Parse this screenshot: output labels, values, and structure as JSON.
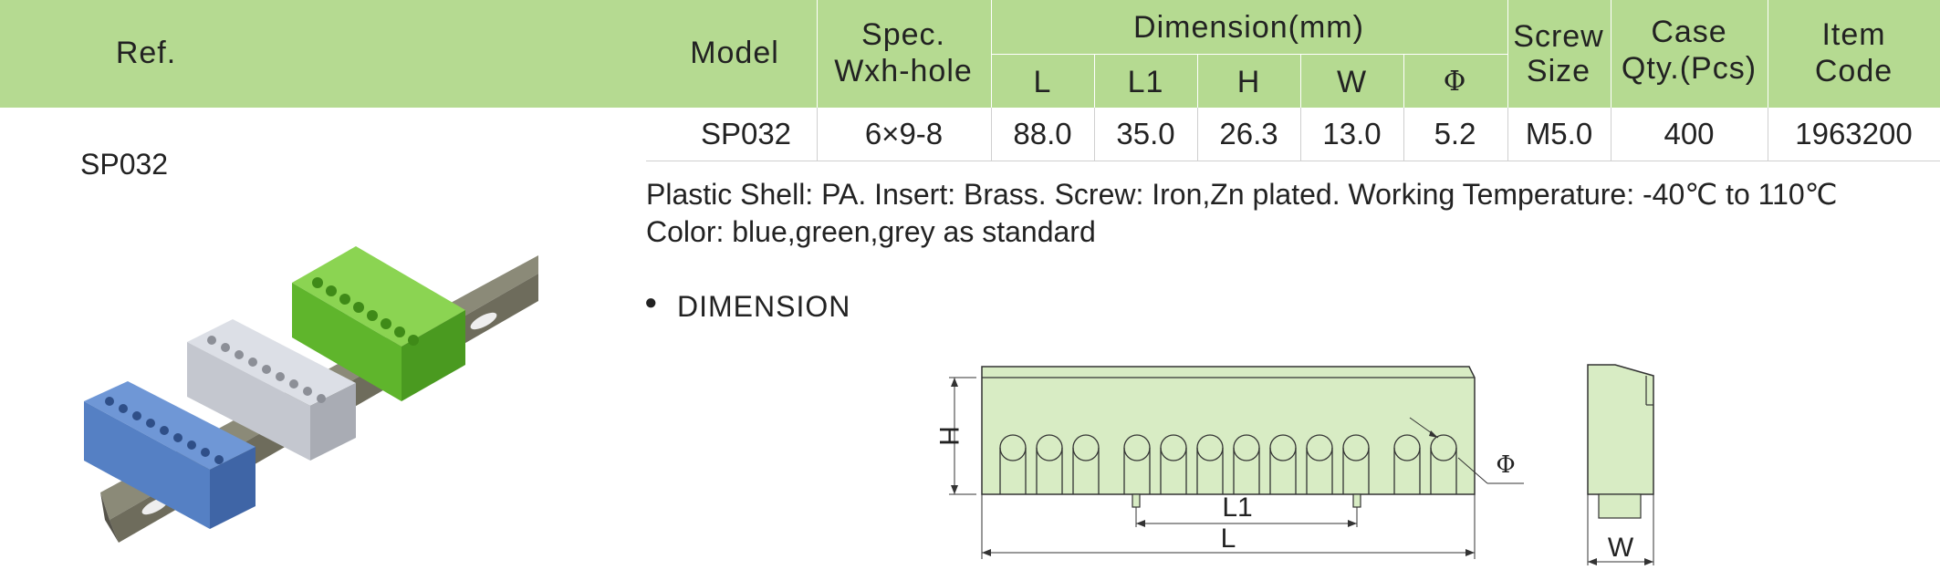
{
  "header": {
    "ref": "Ref.",
    "model": "Model",
    "spec_line1": "Spec.",
    "spec_line2": "Wxh-hole",
    "dimension": "Dimension(mm)",
    "dim_cols": [
      "L",
      "L1",
      "H",
      "W",
      "Φ"
    ],
    "screw_line1": "Screw",
    "screw_line2": "Size",
    "case_line1": "Case",
    "case_line2": "Qty.(Pcs)",
    "item_line1": "Item",
    "item_line2": "Code"
  },
  "row": {
    "ref_label": "SP032",
    "model": "SP032",
    "spec": "6×9-8",
    "L": "88.0",
    "L1": "35.0",
    "H": "26.3",
    "W": "13.0",
    "phi": "5.2",
    "screw": "M5.0",
    "case_qty": "400",
    "item_code": "1963200"
  },
  "description": {
    "line1": "Plastic Shell: PA. Insert: Brass. Screw: Iron,Zn plated. Working Temperature: -40℃ to 110℃",
    "line2": "Color: blue,green,grey as standard"
  },
  "section": {
    "bullet": "●",
    "title": "DIMENSION"
  },
  "drawing": {
    "label_H": "H",
    "label_L1": "L1",
    "label_L": "L",
    "label_W": "W",
    "label_phi": "Φ"
  },
  "colors": {
    "header_green": "#b5da91",
    "drawing_fill": "#d8ecc4",
    "blue_block": "#5b86c8",
    "grey_block": "#c9ccd3",
    "green_block": "#6cc23a",
    "rail": "#7d7a68"
  }
}
